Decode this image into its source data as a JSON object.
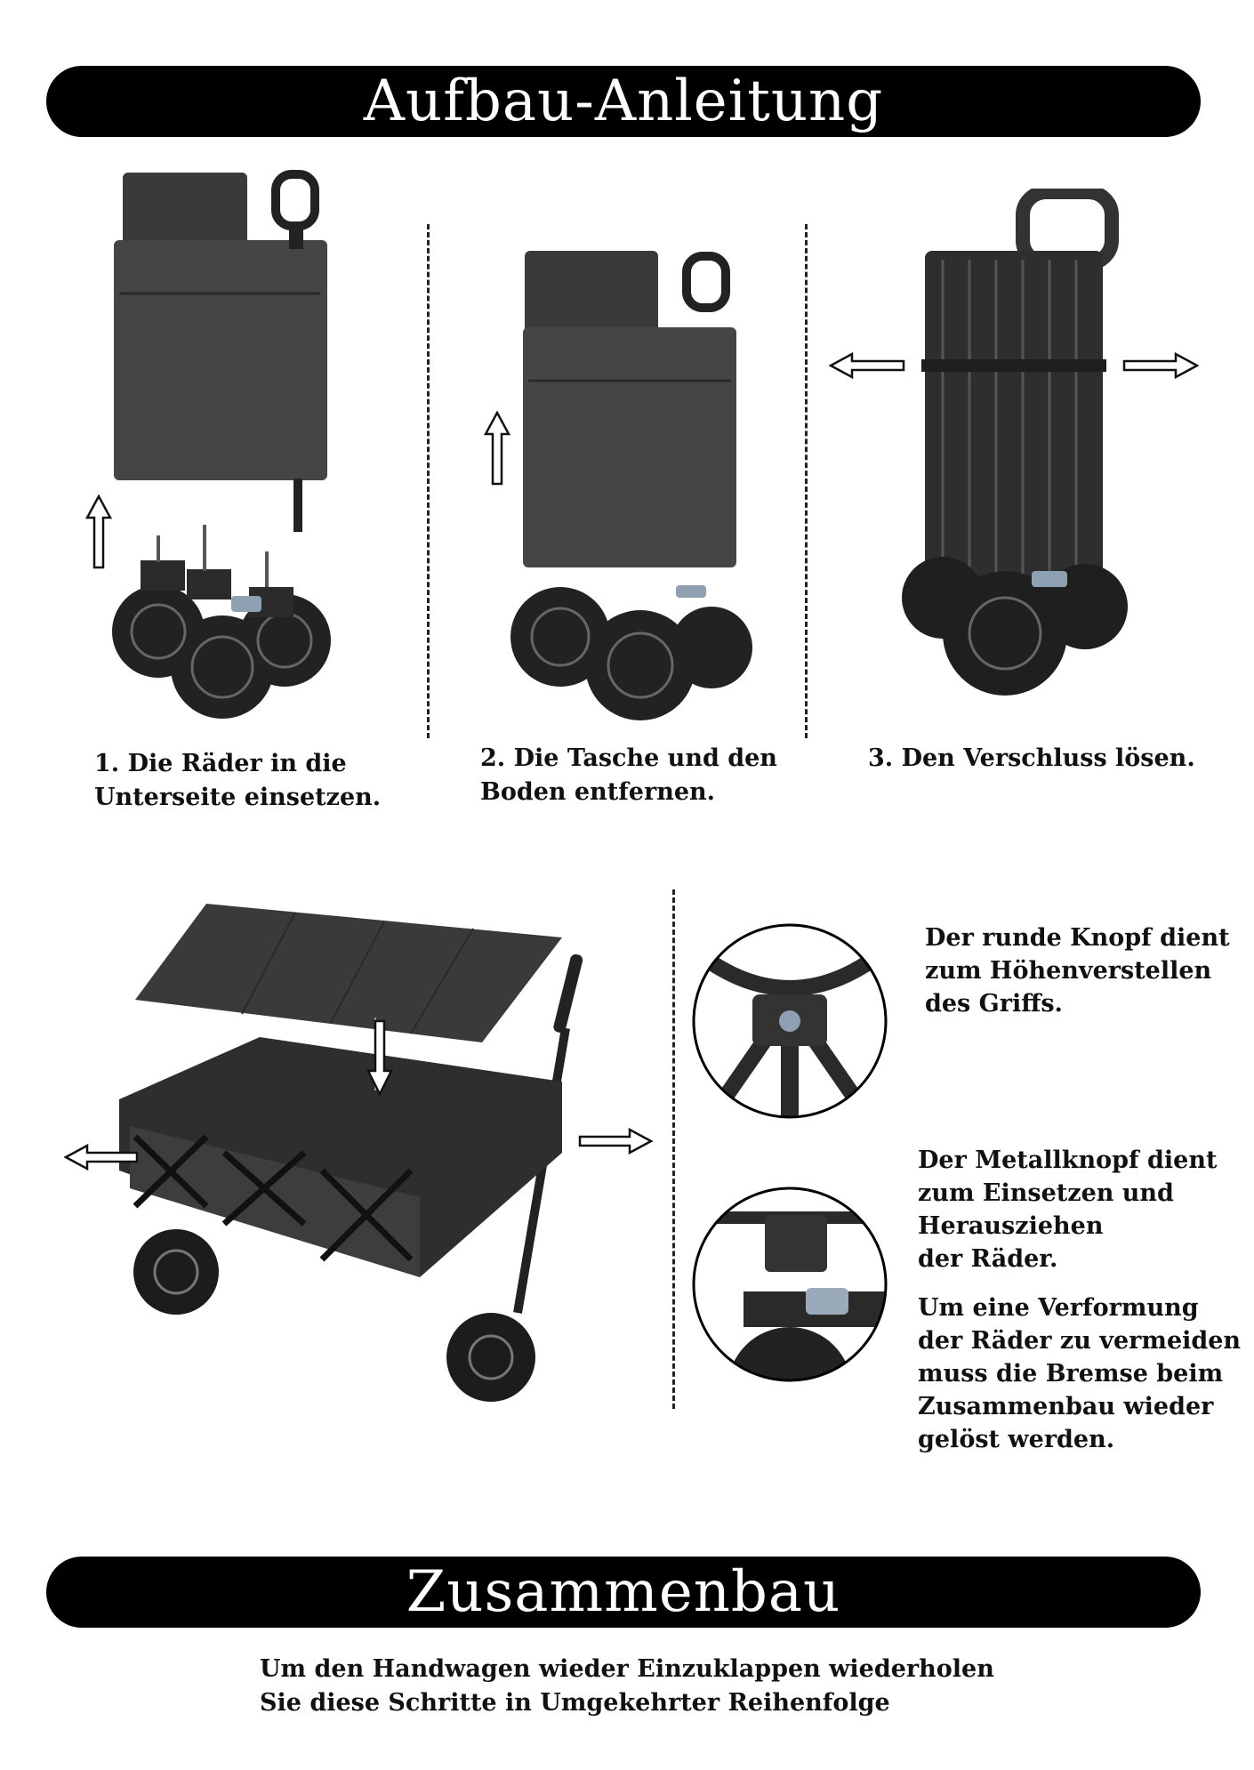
{
  "header": {
    "title": "Aufbau-Anleitung"
  },
  "steps": [
    {
      "caption": "1. Die Räder in die\nUnterseite einsetzen."
    },
    {
      "caption": "2. Die Tasche und den\nBoden entfernen."
    },
    {
      "caption": "3. Den Verschluss lösen."
    }
  ],
  "details": {
    "knob_note": "Der runde Knopf dient\nzum Höhenverstellen\ndes Griffs.",
    "metal_knob_note": "Der Metallknopf dient\nzum Einsetzen und\nHerausziehen\nder Räder.",
    "brake_note": "Um eine Verformung\nder Räder zu vermeiden\nmuss die Bremse beim\nZusammenbau wieder\ngelöst werden."
  },
  "footer": {
    "title": "Zusammenbau",
    "text": "Um den Handwagen wieder Einzuklappen wiederholen\nSie diese Schritte in Umgekehrter Reihenfolge"
  }
}
